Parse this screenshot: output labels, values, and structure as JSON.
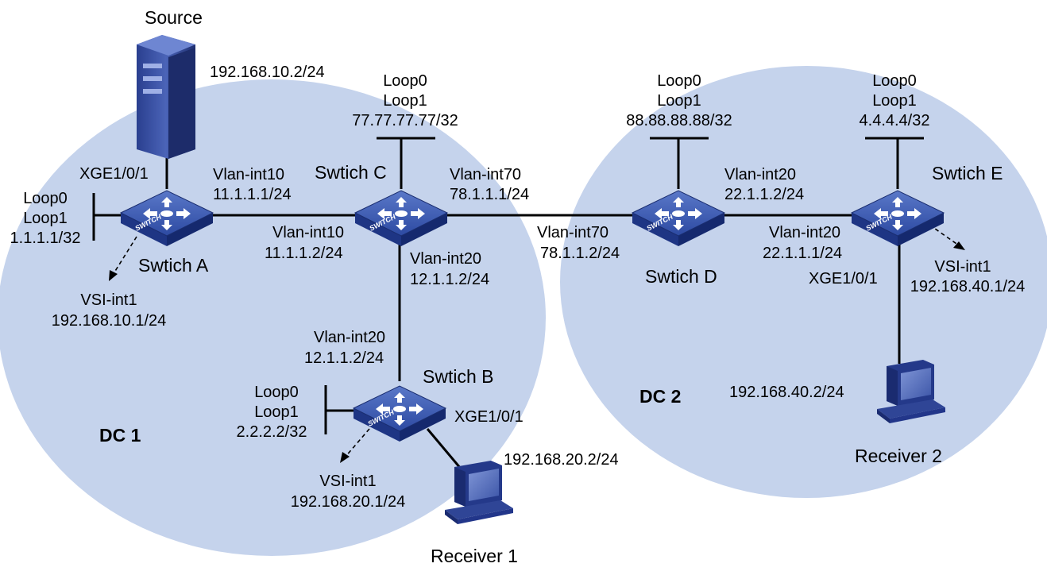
{
  "zones": [
    {
      "id": "dc1",
      "label": "DC 1",
      "color": "#c5d3ec"
    },
    {
      "id": "dc2",
      "label": "DC 2",
      "color": "#c5d3ec"
    }
  ],
  "devices": {
    "source": {
      "label": "Source",
      "ip": "192.168.10.2/24"
    },
    "switch_a": {
      "name": "Swtich A",
      "port": "XGE1/0/1",
      "loop": [
        "Loop0",
        "Loop1",
        "1.1.1.1/32"
      ],
      "vsi": [
        "VSI-int1",
        "192.168.10.1/24"
      ],
      "icon_text": "SWITCH"
    },
    "switch_b": {
      "name": "Swtich B",
      "port": "XGE1/0/1",
      "loop": [
        "Loop0",
        "Loop1",
        "2.2.2.2/32"
      ],
      "vsi": [
        "VSI-int1",
        "192.168.20.1/24"
      ],
      "icon_text": "SWITCH"
    },
    "switch_c": {
      "name": "Swtich C",
      "loop": [
        "Loop0",
        "Loop1",
        "77.77.77.77/32"
      ],
      "icon_text": "SWITCH"
    },
    "switch_d": {
      "name": "Swtich D",
      "loop": [
        "Loop0",
        "Loop1",
        "88.88.88.88/32"
      ],
      "icon_text": "SWITCH"
    },
    "switch_e": {
      "name": "Swtich E",
      "port": "XGE1/0/1",
      "loop": [
        "Loop0",
        "Loop1",
        "4.4.4.4/32"
      ],
      "vsi": [
        "VSI-int1",
        "192.168.40.1/24"
      ],
      "icon_text": "SWITCH"
    },
    "receiver_1": {
      "label": "Receiver 1",
      "ip": "192.168.20.2/24"
    },
    "receiver_2": {
      "label": "Receiver 2",
      "ip": "192.168.40.2/24"
    }
  },
  "links": {
    "a_c": {
      "a_side": [
        "Vlan-int10",
        "11.1.1.1/24"
      ],
      "c_side": [
        "Vlan-int10",
        "11.1.1.2/24"
      ]
    },
    "c_b": {
      "c_side": [
        "Vlan-int20",
        "12.1.1.2/24"
      ],
      "b_side": [
        "Vlan-int20",
        "12.1.1.2/24"
      ]
    },
    "c_d": {
      "c_side": [
        "Vlan-int70",
        "78.1.1.1/24"
      ],
      "d_side": [
        "Vlan-int70",
        "78.1.1.2/24"
      ]
    },
    "d_e": {
      "d_side": [
        "Vlan-int20",
        "22.1.1.2/24"
      ],
      "e_side": [
        "Vlan-int20",
        "22.1.1.1/24"
      ]
    }
  }
}
